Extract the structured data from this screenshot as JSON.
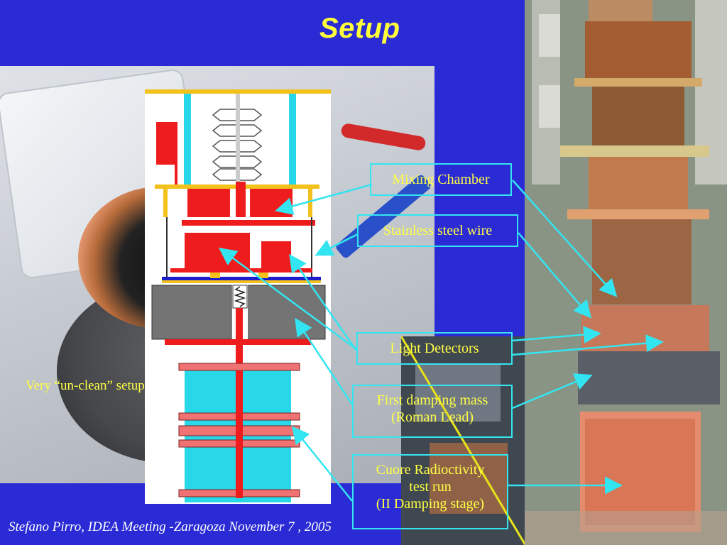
{
  "title": "Setup",
  "left_photo_caption": "Very “un-clean” setup",
  "labels": {
    "mixing_chamber": "Mixing Chamber",
    "stainless_steel_wire": "Stainless steel wire",
    "light_detectors": "Light Detectors",
    "first_damping_mass": [
      "First damping mass",
      "(Roman Lead)"
    ],
    "cuore_test_run": [
      "Cuore Radioctivity",
      "test run",
      "(II Damping stage)"
    ]
  },
  "footer": "Stefano Pirro, IDEA Meeting -Zaragoza  November  7 , 2005",
  "colors": {
    "background": "#2b2bd6",
    "title": "#ffff3a",
    "label_text": "#ffff44",
    "label_border": "#33e5f0",
    "arrow": "#33e5f0",
    "schematic_red": "#ee1c1c",
    "schematic_cyan": "#28d8e8",
    "schematic_gray": "#747474",
    "schematic_yellow": "#f3c11c"
  }
}
